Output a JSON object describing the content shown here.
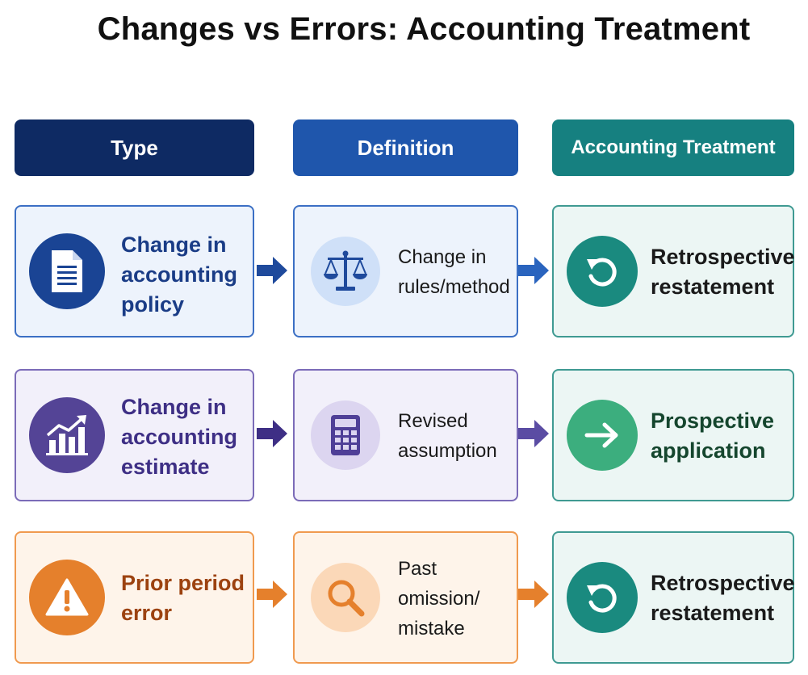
{
  "title": "Changes vs Errors: Accounting Treatment",
  "headers": {
    "type": "Type",
    "definition": "Definition",
    "treatment": "Accounting Treatment"
  },
  "rows": [
    {
      "type_lines": [
        "Change in",
        "accounting",
        "policy"
      ],
      "type_icon": "document-icon",
      "definition_lines": [
        "Change in",
        "rules/method"
      ],
      "definition_icon": "scales-icon",
      "treatment_lines": [
        "Retrospective",
        "restatement"
      ],
      "treatment_icon": "undo-icon"
    },
    {
      "type_lines": [
        "Change in",
        "accounting",
        "estimate"
      ],
      "type_icon": "growth-chart-icon",
      "definition_lines": [
        "Revised",
        "assumption"
      ],
      "definition_icon": "calculator-icon",
      "treatment_lines": [
        "Prospective",
        "application"
      ],
      "treatment_icon": "arrow-right-icon"
    },
    {
      "type_lines": [
        "Prior period",
        "error"
      ],
      "type_icon": "warning-icon",
      "definition_lines": [
        "Past",
        "omission/",
        "mistake"
      ],
      "definition_icon": "magnifier-icon",
      "treatment_lines": [
        "Retrospective",
        "restatement"
      ],
      "treatment_icon": "undo-icon"
    }
  ],
  "colors": {
    "navy": "#0e2a63",
    "blue": "#1f56ac",
    "teal": "#168080",
    "purple": "#4f3f97",
    "orange": "#e5802c",
    "green": "#3cae7e"
  }
}
